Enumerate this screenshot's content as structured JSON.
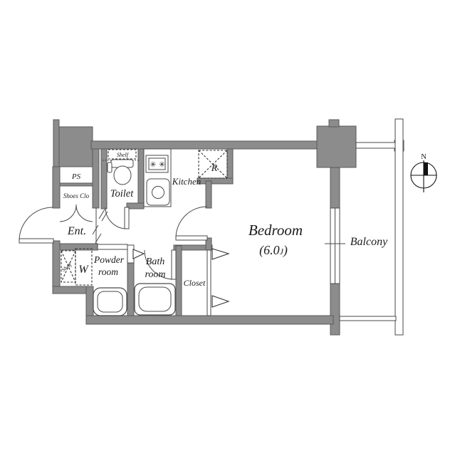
{
  "plan": {
    "bedroom": {
      "label": "Bedroom",
      "size_open": "(6.0",
      "size_unit": "J",
      "size_close": ")"
    },
    "balcony": {
      "label": "Balcony"
    },
    "kitchen": {
      "label": "Kitchen",
      "refrigerator_label": "R",
      "burner_symbol": "✳"
    },
    "toilet": {
      "label": "Toilet",
      "shelf_label": "Shelf"
    },
    "entrance": {
      "label": "Ent."
    },
    "pipe_space": {
      "label": "PS"
    },
    "shoes_closet": {
      "label": "Shoes Clo"
    },
    "powder_room": {
      "label_line1": "Powder",
      "label_line2": "room",
      "washer_label": "W",
      "shelf_label": "Shelf"
    },
    "bath_room": {
      "label_line1": "Bath",
      "label_line2": "room"
    },
    "closet": {
      "label": "Closet"
    },
    "compass": {
      "north_label": "N"
    }
  },
  "colors": {
    "background": "#ffffff",
    "wall_fill": "#8c8c8c",
    "wall_outline": "#5a5a5a",
    "line": "#4a4a4a",
    "text": "#1c1c1c"
  }
}
